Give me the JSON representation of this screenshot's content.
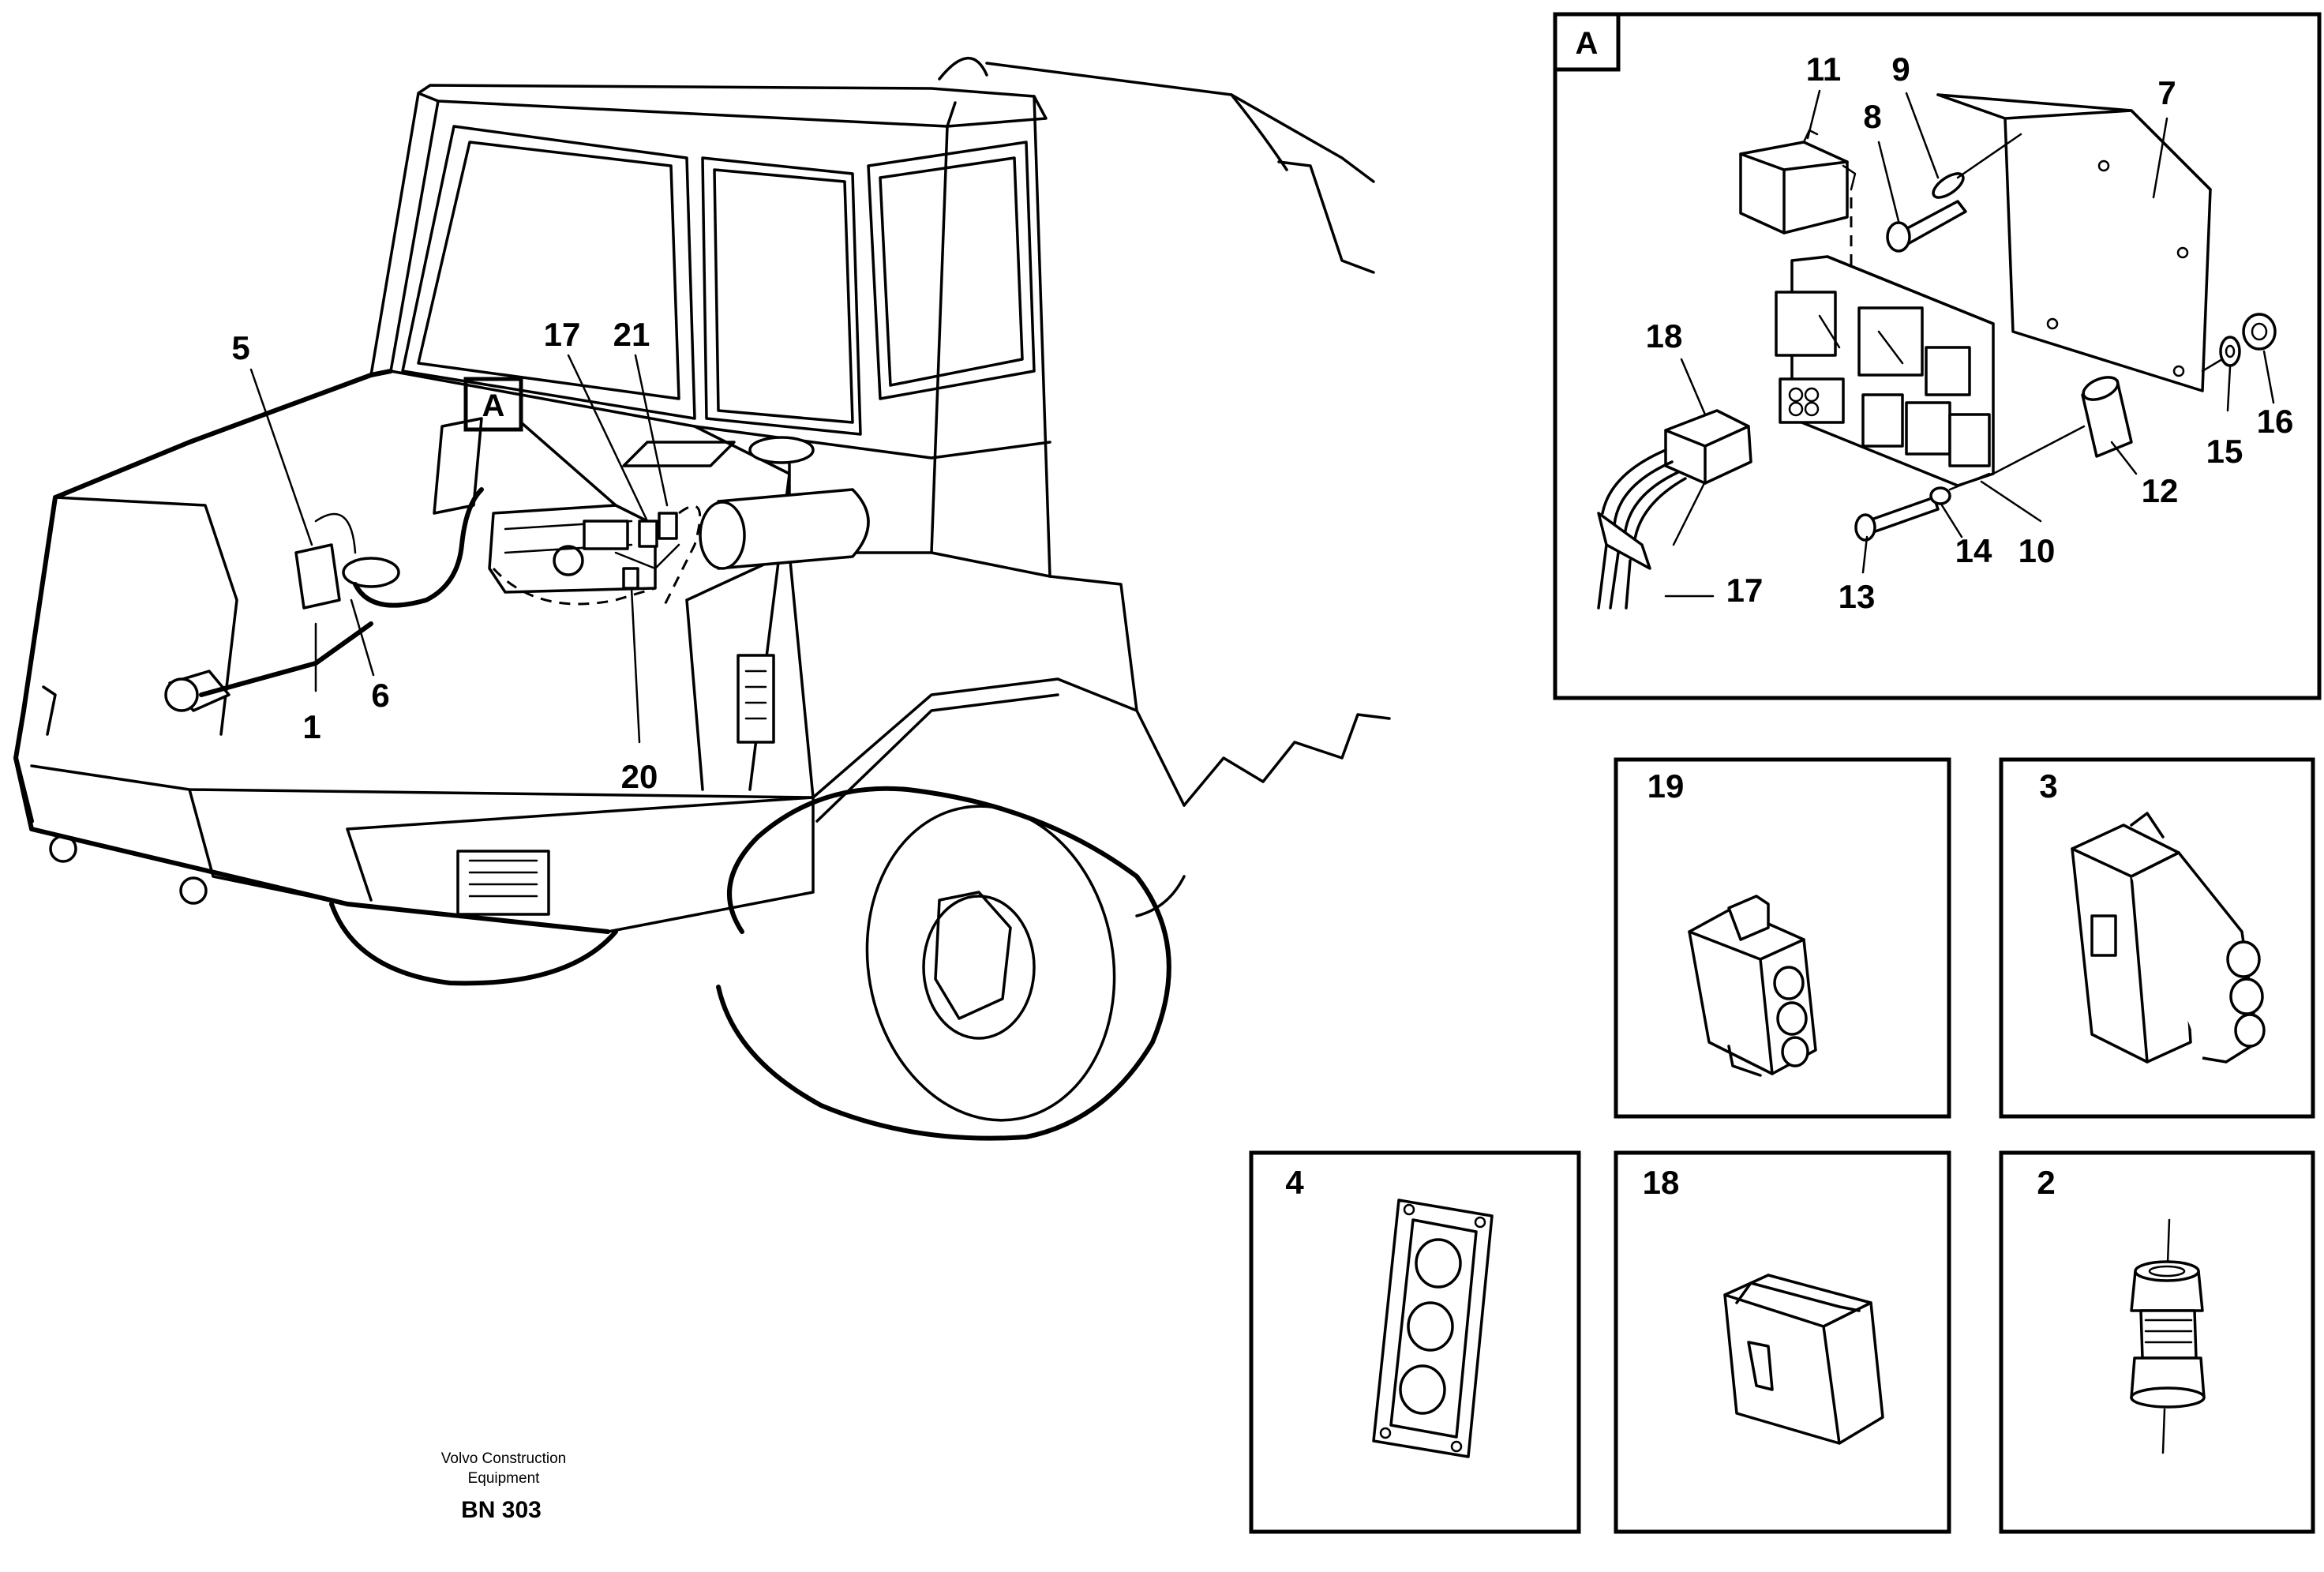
{
  "view_label": "A",
  "labels": {
    "n1": "1",
    "n2": "2",
    "n3": "3",
    "n4": "4",
    "n5": "5",
    "n6": "6",
    "n7": "7",
    "n8": "8",
    "n9": "9",
    "n10": "10",
    "n11": "11",
    "n12": "12",
    "n13": "13",
    "n14": "14",
    "n15": "15",
    "n16": "16",
    "n17a": "17",
    "n17b": "17",
    "n18a": "18",
    "n18b": "18",
    "n19": "19",
    "n20": "20",
    "n21": "21"
  },
  "footer": {
    "company_line1": "Volvo Construction",
    "company_line2": "Equipment",
    "code": "BN 303"
  }
}
